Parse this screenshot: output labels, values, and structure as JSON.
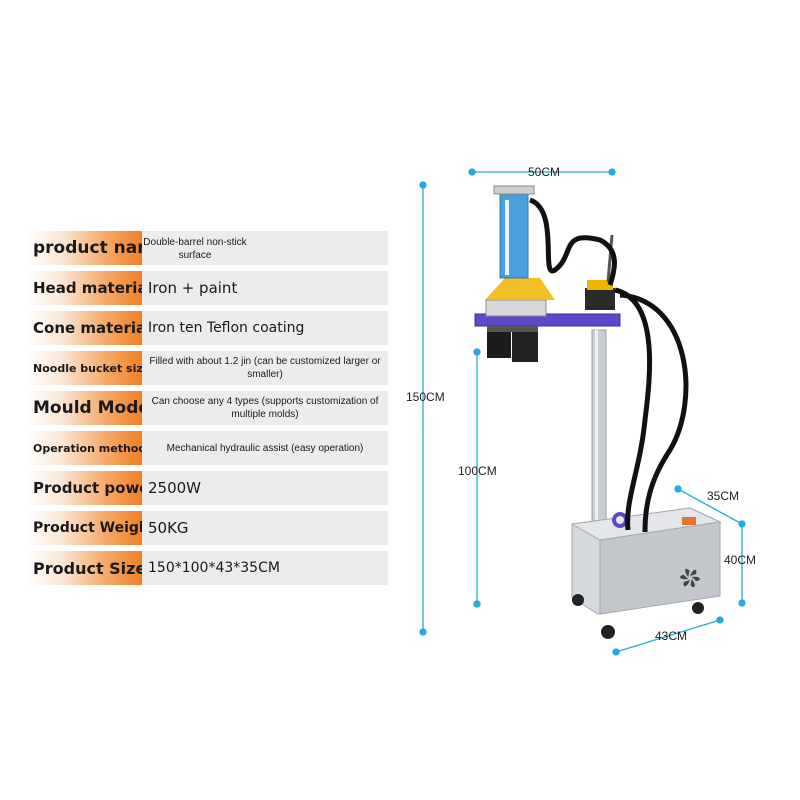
{
  "specs": [
    {
      "label": "product name",
      "value": "Double-barrel non-stick surface"
    },
    {
      "label": "Head material",
      "value": "Iron + paint"
    },
    {
      "label": "Cone material",
      "value": "Iron ten Teflon coating"
    },
    {
      "label": "Noodle bucket size",
      "value": "Filled with about 1.2 jin (can be customized larger or smaller)"
    },
    {
      "label": "Mould Model",
      "value": "Can choose any 4 types (supports customization of multiple molds)"
    },
    {
      "label": "Operation method",
      "value": "Mechanical hydraulic assist (easy operation)"
    },
    {
      "label": "Product power",
      "value": "2500W"
    },
    {
      "label": "Product Weight",
      "value": "50KG"
    },
    {
      "label": "Product Size",
      "value": "150*100*43*35CM"
    }
  ],
  "dimensions": {
    "top_width": "50CM",
    "total_height": "150CM",
    "column_height": "100CM",
    "base_depth": "35CM",
    "base_height": "40CM",
    "base_width": "43CM"
  },
  "colors": {
    "label_gradient_end": "#ef7f27",
    "value_bg": "#ececec",
    "dimension_line": "#29a8e0",
    "frame_purple": "#5b49c9",
    "steel": "#c9ccd1"
  }
}
